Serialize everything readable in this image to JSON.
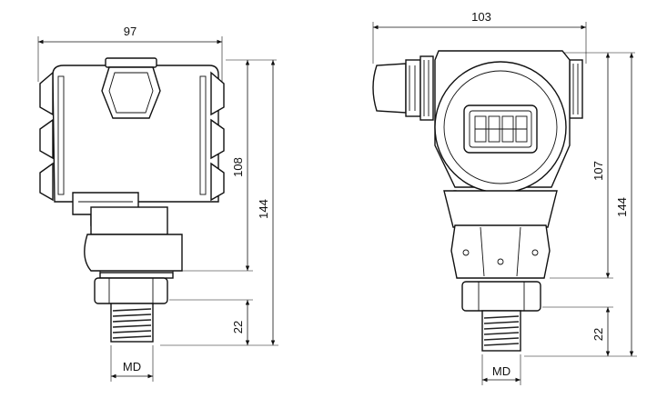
{
  "left_view": {
    "dimensions": {
      "width": "97",
      "housing_height": "108",
      "total_height": "144",
      "thread_length": "22",
      "thread_label": "MD"
    }
  },
  "right_view": {
    "dimensions": {
      "width": "103",
      "housing_height": "107",
      "total_height": "144",
      "thread_length": "22",
      "thread_label": "MD"
    },
    "display_digits": 4
  }
}
